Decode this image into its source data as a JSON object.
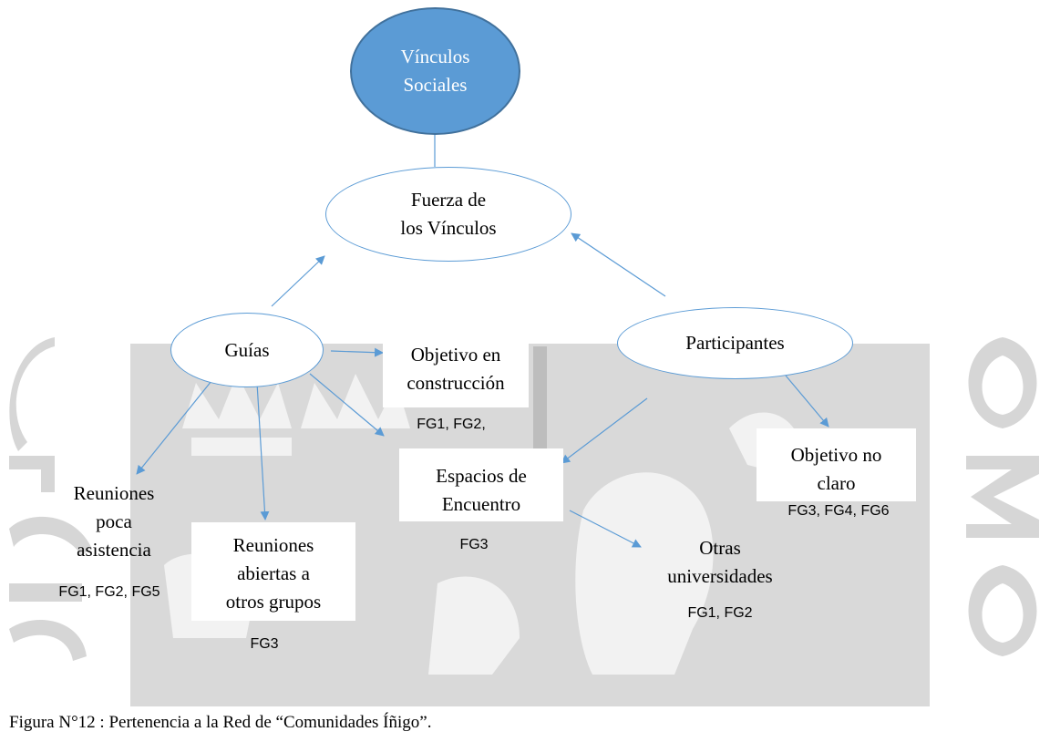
{
  "nodes": {
    "root": [
      "Vínculos",
      "Sociales"
    ],
    "strength": [
      "Fuerza de",
      "los Vínculos"
    ],
    "guides": "Guías",
    "participants": "Participantes",
    "goal_building": [
      "Objetivo en",
      "construcción"
    ],
    "meeting_spaces": [
      "Espacios de",
      "Encuentro"
    ],
    "goal_unclear": [
      "Objetivo no",
      "claro"
    ],
    "low_attendance": [
      "Reuniones",
      "poca",
      "asistencia"
    ],
    "open_meetings": [
      "Reuniones",
      "abiertas a",
      "otros grupos"
    ],
    "other_universities": [
      "Otras",
      "universidades"
    ]
  },
  "codes": {
    "goal_building": "FG1, FG2,",
    "meeting_spaces": "FG3",
    "goal_unclear": "FG3, FG4, FG6",
    "low_attendance": "FG1, FG2, FG5",
    "open_meetings": "FG3",
    "other_universities": "FG1, FG2"
  },
  "caption": "Figura N°12 : Pertenencia a la Red de “Comunidades Íñigo”.",
  "colors": {
    "root_fill": "#5b9bd5",
    "root_border": "#41719c",
    "node_border": "#5b9bd5",
    "arrow": "#5b9bd5",
    "watermark": "#cfcfcf"
  }
}
